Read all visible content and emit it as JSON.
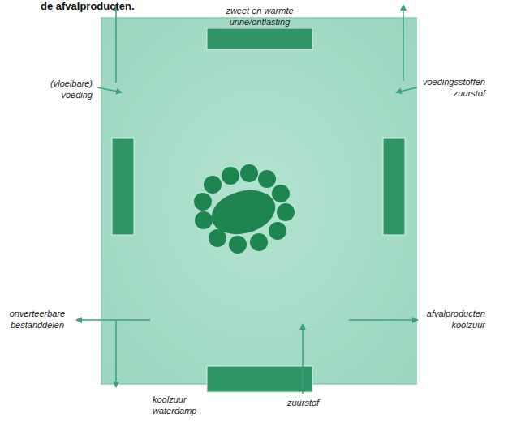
{
  "diagram": {
    "labels": [
      "de afvalproducten.",
      "zweet en warmte",
      "urine/ontlasting",
      "(vloeibare) voeding",
      "voedingsstoffen",
      "zuurstof",
      "onverteerbare bestanddelen",
      "afvalproducten",
      "koolzuur",
      "koolzuur",
      "waterdamp",
      "zuurstof"
    ]
  }
}
